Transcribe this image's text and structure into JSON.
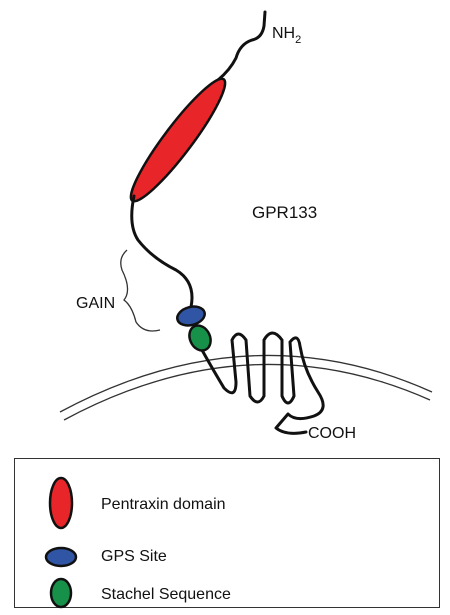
{
  "diagram": {
    "protein_name": "GPR133",
    "n_terminus": "NH",
    "n_terminus_subscript": "2",
    "c_terminus": "COOH",
    "gain_label": "GAIN"
  },
  "legend": {
    "items": [
      {
        "label": "Pentraxin domain",
        "color": "#e8262a",
        "icon": "red-ellipse-icon"
      },
      {
        "label": "GPS Site",
        "color": "#2f55a4",
        "icon": "blue-ellipse-icon"
      },
      {
        "label": "Stachel Sequence",
        "color": "#17914a",
        "icon": "green-ellipse-icon"
      }
    ]
  }
}
